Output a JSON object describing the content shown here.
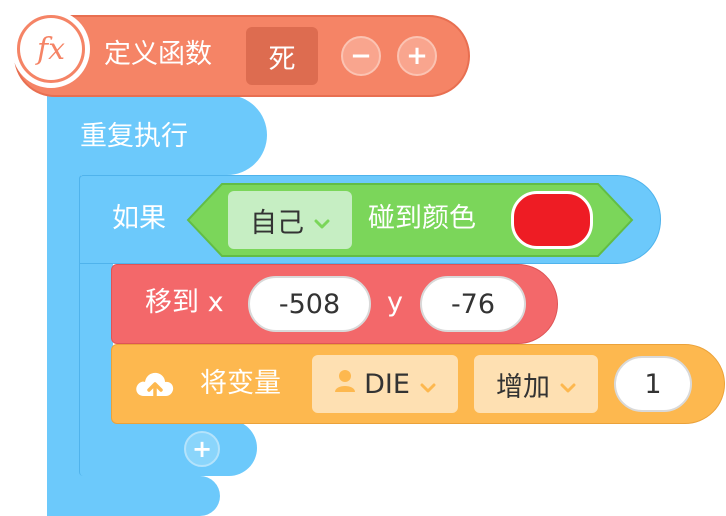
{
  "function_block": {
    "icon": "fx-icon",
    "icon_text": "fx",
    "label": "定义函数",
    "param": "死",
    "minus_label": "−",
    "plus_label": "+"
  },
  "repeat_block": {
    "label": "重复执行"
  },
  "if_block": {
    "label": "如果",
    "condition": {
      "sprite_value": "自己",
      "label": "碰到颜色",
      "color": "#ee1c24"
    },
    "add_label": "+"
  },
  "move_block": {
    "label": "移到 x",
    "x_value": "-508",
    "y_label": "y",
    "y_value": "-76"
  },
  "change_var_block": {
    "icon": "cloud-upload-icon",
    "label": "将变量",
    "variable_icon": "person-icon",
    "variable": "DIE",
    "operation": "增加",
    "value": "1"
  },
  "colors": {
    "function": "#f58466",
    "control": "#6cc9fb",
    "sensing": "#7bd65a",
    "motion": "#f3686a",
    "variable": "#fdb84f"
  }
}
